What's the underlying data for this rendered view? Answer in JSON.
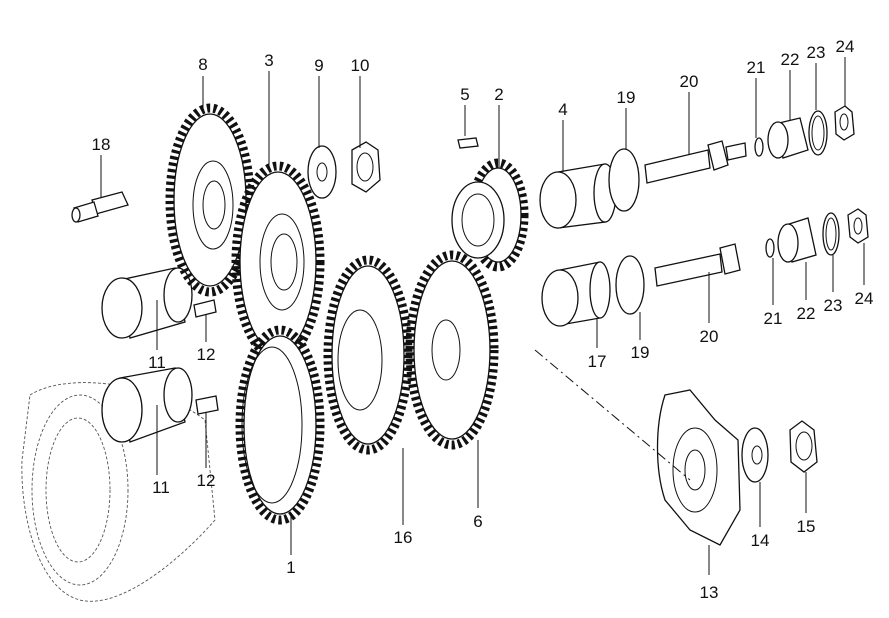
{
  "diagram": {
    "callouts": [
      {
        "id": "c1",
        "text": "1"
      },
      {
        "id": "c2",
        "text": "2"
      },
      {
        "id": "c3",
        "text": "3"
      },
      {
        "id": "c4",
        "text": "4"
      },
      {
        "id": "c5",
        "text": "5"
      },
      {
        "id": "c6",
        "text": "6"
      },
      {
        "id": "c8",
        "text": "8"
      },
      {
        "id": "c9",
        "text": "9"
      },
      {
        "id": "c10",
        "text": "10"
      },
      {
        "id": "c11a",
        "text": "11"
      },
      {
        "id": "c11b",
        "text": "11"
      },
      {
        "id": "c12a",
        "text": "12"
      },
      {
        "id": "c12b",
        "text": "12"
      },
      {
        "id": "c13",
        "text": "13"
      },
      {
        "id": "c14",
        "text": "14"
      },
      {
        "id": "c15",
        "text": "15"
      },
      {
        "id": "c16",
        "text": "16"
      },
      {
        "id": "c17",
        "text": "17"
      },
      {
        "id": "c18",
        "text": "18"
      },
      {
        "id": "c19a",
        "text": "19"
      },
      {
        "id": "c19b",
        "text": "19"
      },
      {
        "id": "c20a",
        "text": "20"
      },
      {
        "id": "c20b",
        "text": "20"
      },
      {
        "id": "c21a",
        "text": "21"
      },
      {
        "id": "c21b",
        "text": "21"
      },
      {
        "id": "c22a",
        "text": "22"
      },
      {
        "id": "c22b",
        "text": "22"
      },
      {
        "id": "c23a",
        "text": "23"
      },
      {
        "id": "c23b",
        "text": "23"
      },
      {
        "id": "c24a",
        "text": "24"
      },
      {
        "id": "c24b",
        "text": "24"
      }
    ]
  }
}
